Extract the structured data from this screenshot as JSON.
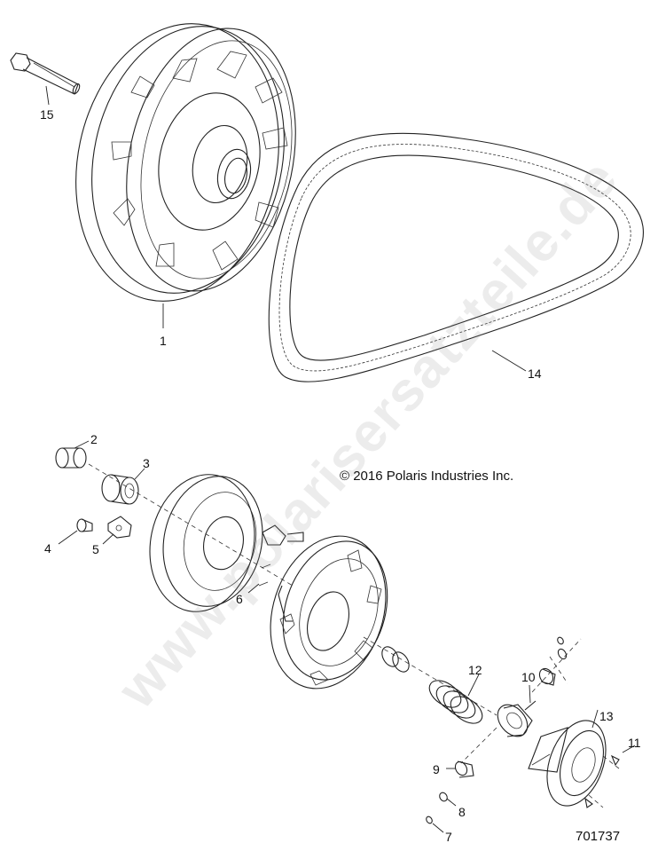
{
  "copyright": "© 2016 Polaris Industries Inc.",
  "part_number": "701737",
  "watermark": "www.polarisersatzteile.de",
  "callouts": [
    "1",
    "2",
    "3",
    "4",
    "5",
    "6",
    "7",
    "8",
    "9",
    "10",
    "11",
    "12",
    "13",
    "14",
    "15"
  ]
}
